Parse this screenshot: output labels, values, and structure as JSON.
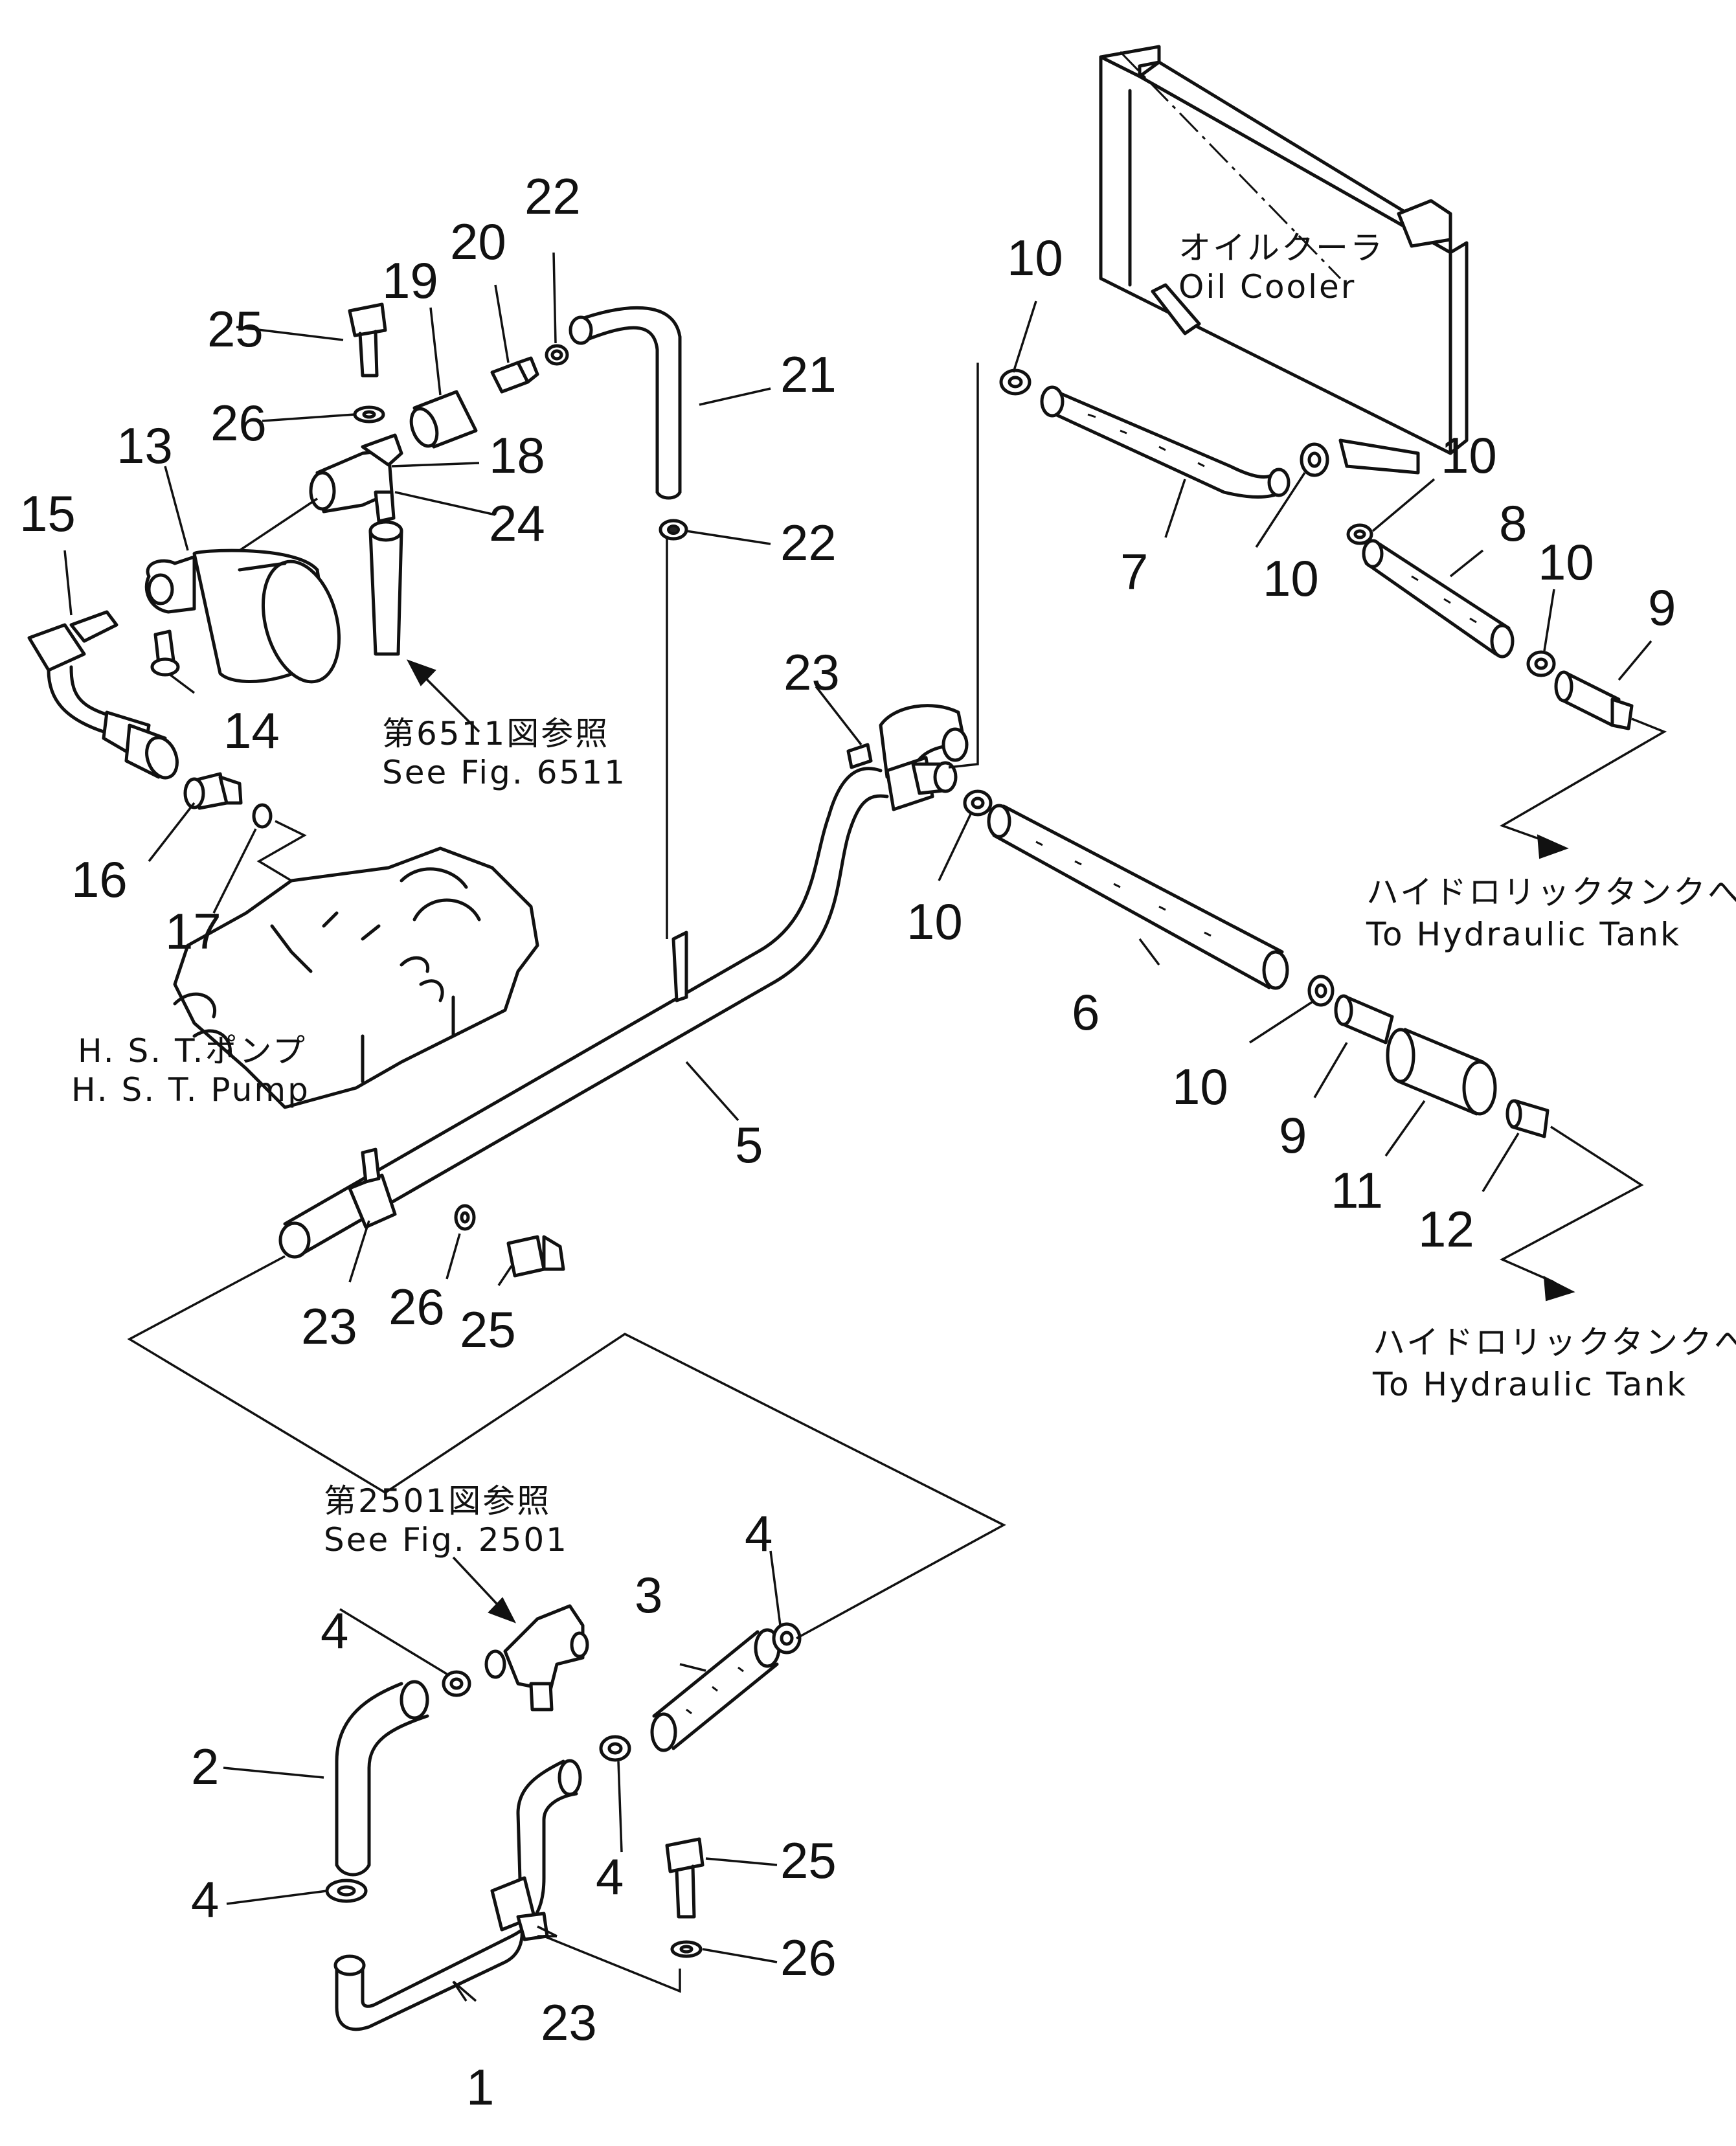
{
  "callouts": {
    "c1": "1",
    "c2": "2",
    "c3": "3",
    "c4a": "4",
    "c4b": "4",
    "c4c": "4",
    "c4d": "4",
    "c5": "5",
    "c6": "6",
    "c7": "7",
    "c8": "8",
    "c9a": "9",
    "c9b": "9",
    "c10a": "10",
    "c10b": "10",
    "c10c": "10",
    "c10d": "10",
    "c10e": "10",
    "c10f": "10",
    "c11": "11",
    "c12": "12",
    "c13": "13",
    "c14": "14",
    "c15": "15",
    "c16": "16",
    "c17": "17",
    "c18": "18",
    "c19": "19",
    "c20": "20",
    "c21": "21",
    "c22a": "22",
    "c22b": "22",
    "c23a": "23",
    "c23b": "23",
    "c23c": "23",
    "c24": "24",
    "c25a": "25",
    "c25b": "25",
    "c25c": "25",
    "c26a": "26",
    "c26b": "26",
    "c26c": "26"
  },
  "captions": {
    "oil_cooler_jp": "オイルクーラ",
    "oil_cooler_en": "Oil  Cooler",
    "fig6511_jp": "第6511図参照",
    "fig6511_en": "See  Fig. 6511",
    "hst_pump_jp": "H. S. T.ポンプ",
    "hst_pump_en": "H. S. T.  Pump",
    "tank1_jp": "ハイドロリックタンクへ",
    "tank1_en": "To  Hydraulic  Tank",
    "tank2_jp": "ハイドロリックタンクへ",
    "tank2_en": "To  Hydraulic  Tank",
    "fig2501_jp": "第2501図参照",
    "fig2501_en": "See  Fig. 2501"
  }
}
